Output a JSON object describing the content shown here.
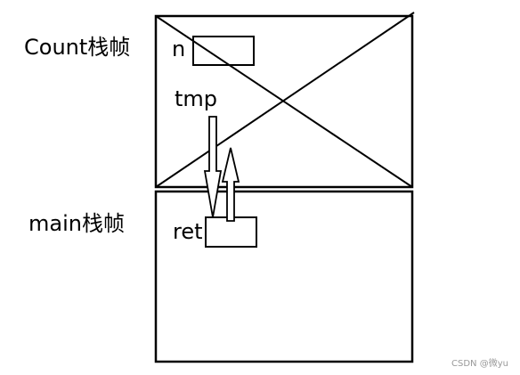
{
  "diagram": {
    "count_frame_label": "Count栈帧",
    "main_frame_label": "main栈帧",
    "var_n": "n",
    "var_tmp": "tmp",
    "var_ret": "ret"
  },
  "watermark": "CSDN @微yu",
  "colors": {
    "stroke": "#000000",
    "background": "#ffffff",
    "watermark": "#999999"
  }
}
